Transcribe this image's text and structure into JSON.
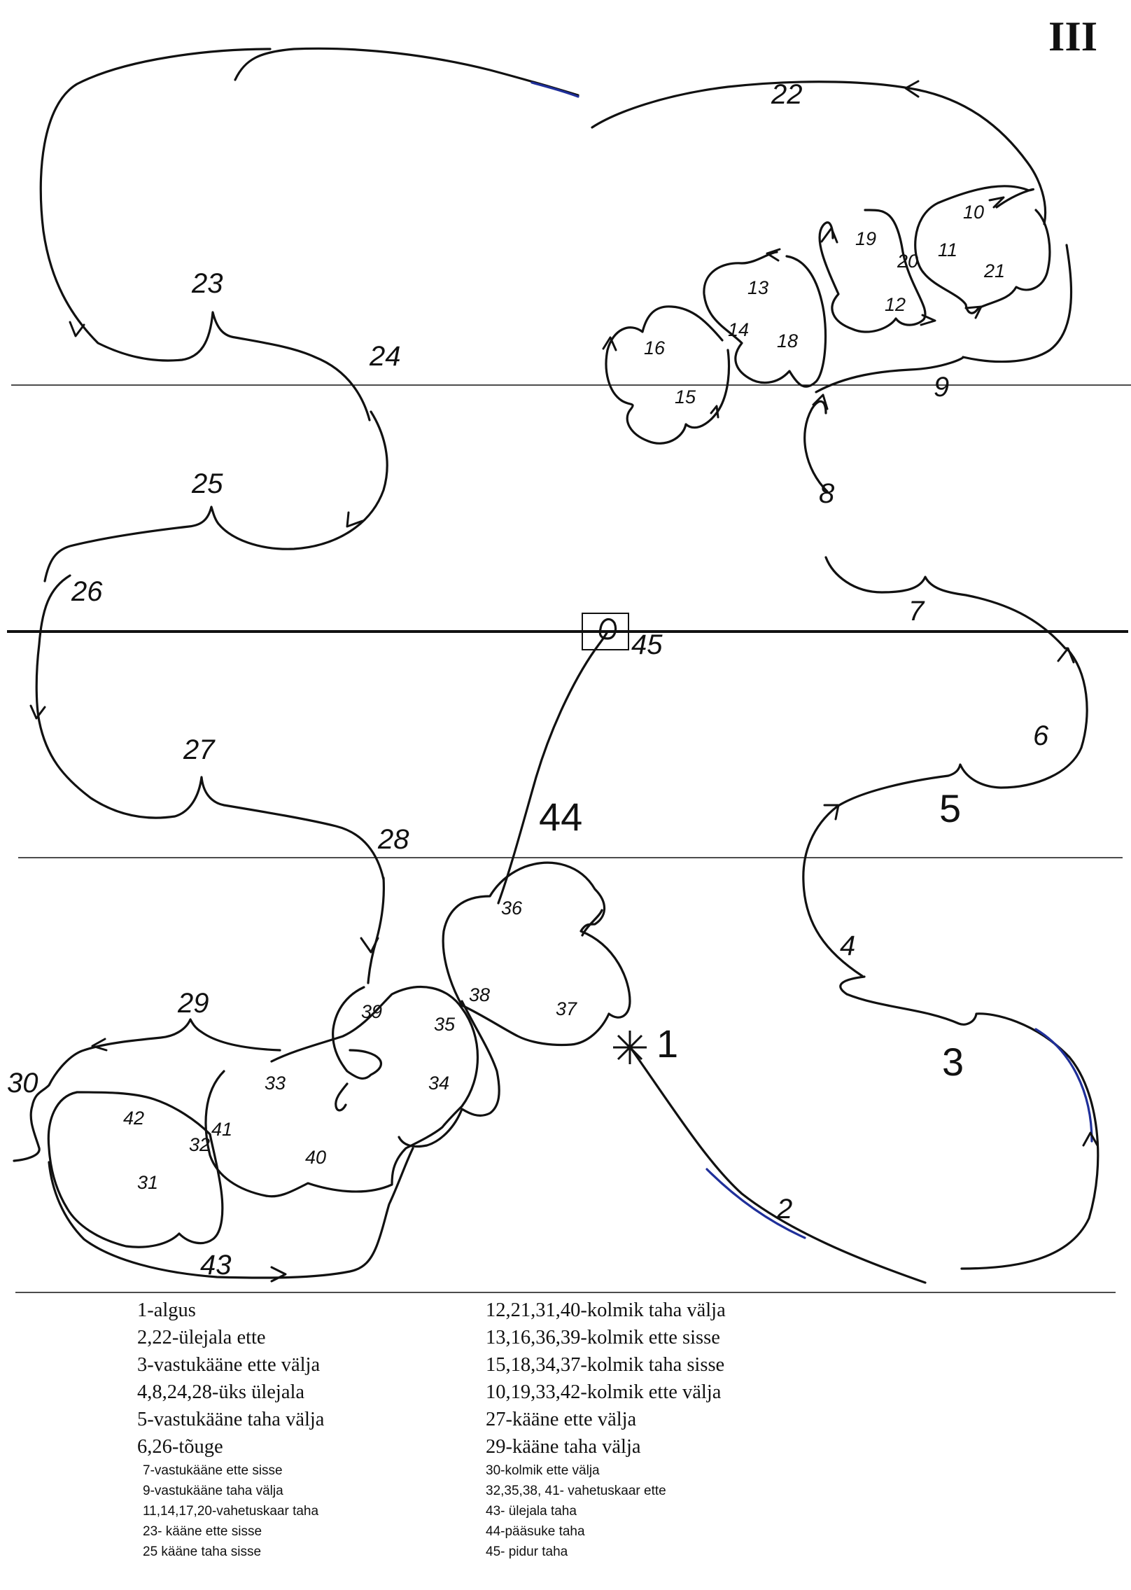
{
  "corner_mark": "III",
  "marks": {
    "start": "1",
    "element_numbers": [
      "2",
      "3",
      "4",
      "5",
      "6",
      "7",
      "8",
      "9",
      "10",
      "11",
      "12",
      "13",
      "14",
      "15",
      "16",
      "18",
      "19",
      "20",
      "21",
      "22",
      "23",
      "24",
      "25",
      "26",
      "27",
      "28",
      "29",
      "30",
      "31",
      "32",
      "33",
      "34",
      "35",
      "36",
      "37",
      "38",
      "39",
      "40",
      "41",
      "42",
      "43",
      "44",
      "45"
    ]
  },
  "legend": {
    "left_large": [
      "1-algus",
      "2,22-ülejala ette",
      "3-vastukääne ette välja",
      "4,8,24,28-üks ülejala",
      "5-vastukääne taha välja",
      "6,26-tõuge"
    ],
    "left_small": [
      "7-vastukääne ette sisse",
      "9-vastukääne taha välja",
      "11,14,17,20-vahetuskaar taha",
      "23- kääne ette sisse",
      "25 kääne taha sisse"
    ],
    "right_large": [
      "12,21,31,40-kolmik taha välja",
      "13,16,36,39-kolmik ette sisse",
      "15,18,34,37-kolmik taha sisse",
      "10,19,33,42-kolmik ette välja",
      "27-kääne ette välja",
      "29-kääne taha välja"
    ],
    "right_small": [
      "30-kolmik ette välja",
      "32,35,38, 41- vahetuskaar ette",
      "43- ülejala taha",
      "44-pääsuke taha",
      "45- pidur taha"
    ]
  }
}
